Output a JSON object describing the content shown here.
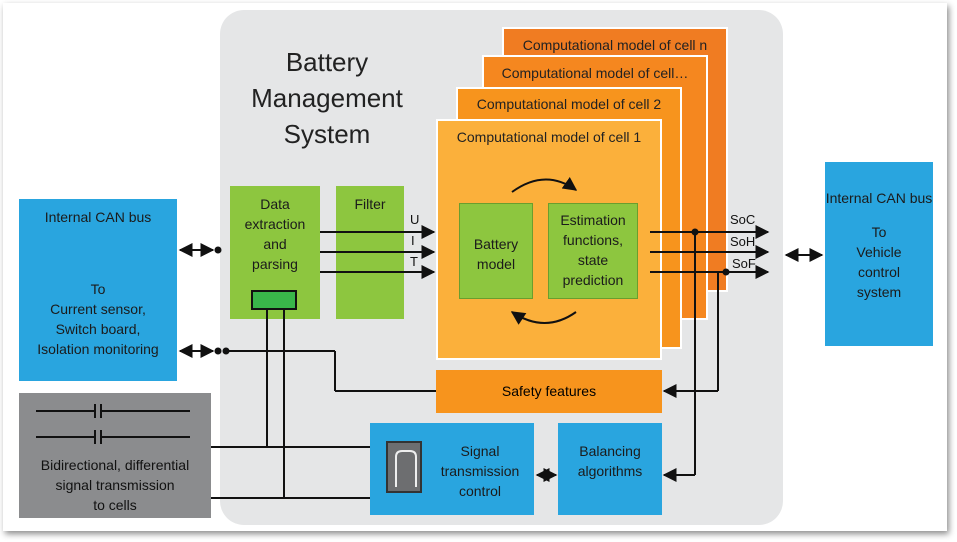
{
  "title": [
    "Battery",
    "Management",
    "System"
  ],
  "left_can": {
    "title": "Internal CAN  bus",
    "to": "To",
    "lines": [
      "Current sensor,",
      "Switch board,",
      "Isolation monitoring"
    ]
  },
  "right_can": {
    "title": "Internal CAN bus",
    "to": "To",
    "lines": [
      "Vehicle",
      "control",
      "system"
    ]
  },
  "data_extraction": [
    "Data",
    "extraction",
    "and",
    "parsing"
  ],
  "filter": "Filter",
  "signals_in": [
    "U",
    "I",
    "T"
  ],
  "cells": [
    "Computational model of cell n",
    "Computational model of cell…",
    "Computational model of cell 2",
    "Computational model of cell 1"
  ],
  "battery_model": [
    "Battery",
    "model"
  ],
  "estimation": [
    "Estimation",
    "functions,",
    "state",
    "prediction"
  ],
  "outputs": [
    "SoC",
    "SoH",
    "SoF"
  ],
  "safety": "Safety features",
  "signal_tx": [
    "Signal",
    "transmission",
    "control"
  ],
  "balancing": [
    "Balancing",
    "algorithms"
  ],
  "bidirectional": [
    "Bidirectional, differential",
    "signal transmission",
    "to cells"
  ],
  "colors": {
    "blue": "#29a5df",
    "green": "#8dc63f",
    "orange_dark": "#f07c22",
    "orange_mid": "#f7941d",
    "orange_light": "#fbb03b",
    "gray": "#8b8c8e"
  }
}
